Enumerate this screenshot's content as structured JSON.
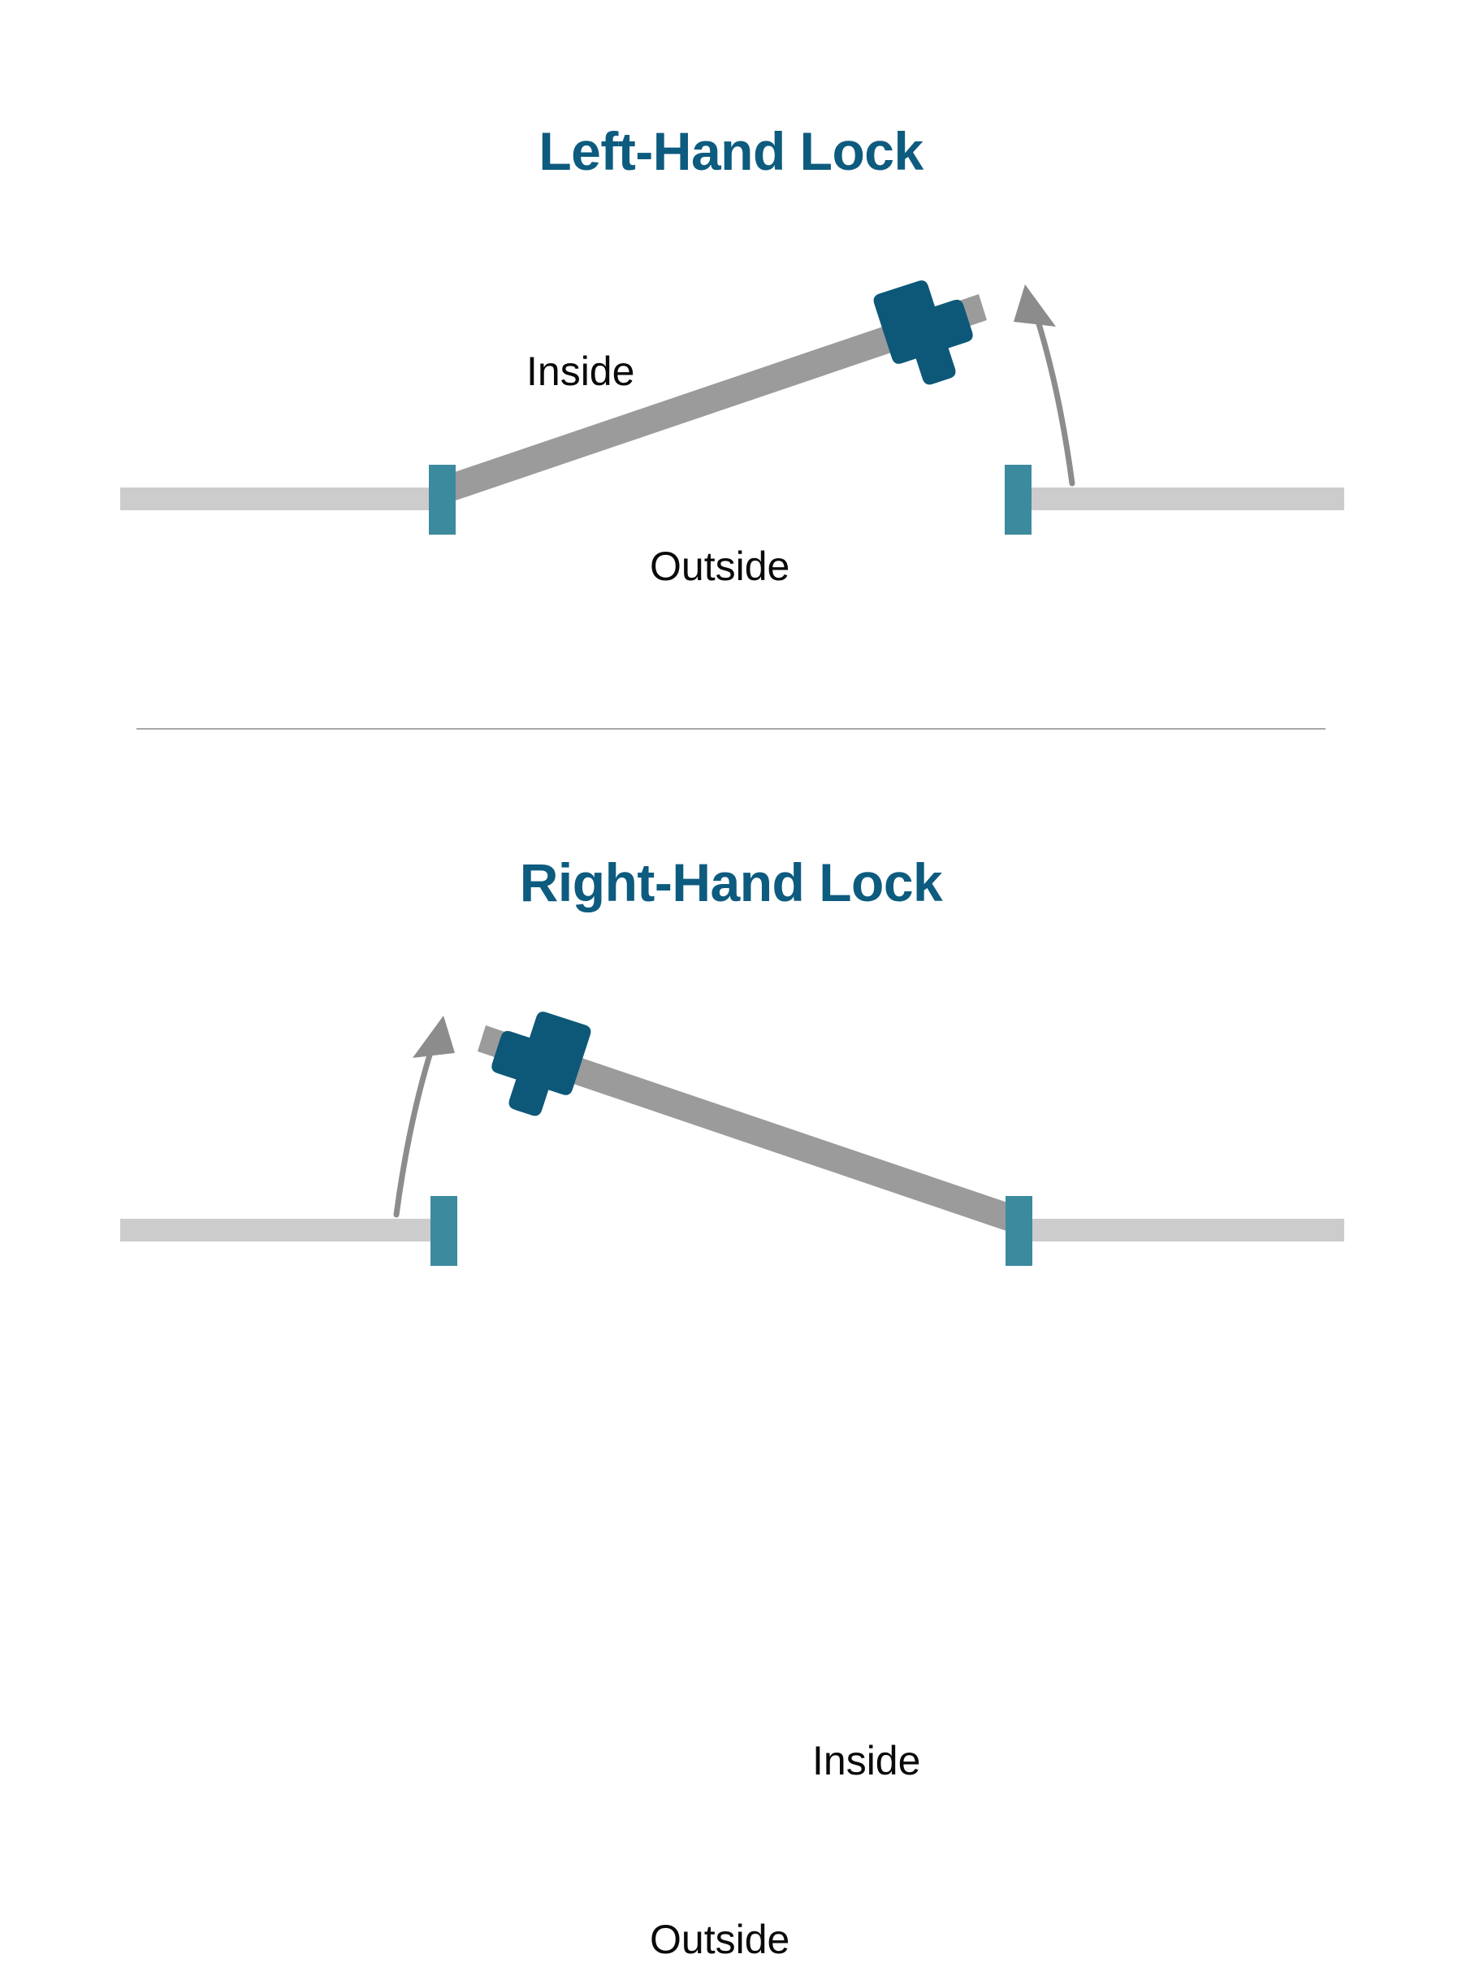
{
  "diagram": {
    "type": "technical-illustration",
    "subject": "Door lock handing orientation",
    "background_color": "#ffffff",
    "panels": [
      {
        "id": "left-hand-lock",
        "title": "Left-Hand Lock",
        "labels": {
          "inside": "Inside",
          "outside": "Outside"
        },
        "hinge_side": "left",
        "door_swing": "door panel rises toward the right, latch/lock at right edge",
        "arrow": {
          "direction": "up-left",
          "position": "right of door",
          "meaning": "swing direction"
        },
        "lock_position": "right",
        "inside_label_position": "above-door-left",
        "outside_label_position": "below-door-center"
      },
      {
        "id": "right-hand-lock",
        "title": "Right-Hand Lock",
        "labels": {
          "inside": "Inside",
          "outside": "Outside"
        },
        "hinge_side": "right",
        "door_swing": "door panel rises toward the left, latch/lock at left edge",
        "arrow": {
          "direction": "up-right",
          "position": "left of door",
          "meaning": "swing direction"
        },
        "lock_position": "left",
        "inside_label_position": "above-door-right",
        "outside_label_position": "below-door-center"
      }
    ],
    "colors": {
      "title": "#0d5b7e",
      "lock_body": "#0d5878",
      "hinge_block": "#3c8a9e",
      "wall_rail": "#cccccc",
      "door_panel": "#9b9b9b",
      "arrow": "#8c8c8c",
      "divider": "#a8a8a8",
      "label_text": "#0a0a0a"
    }
  }
}
